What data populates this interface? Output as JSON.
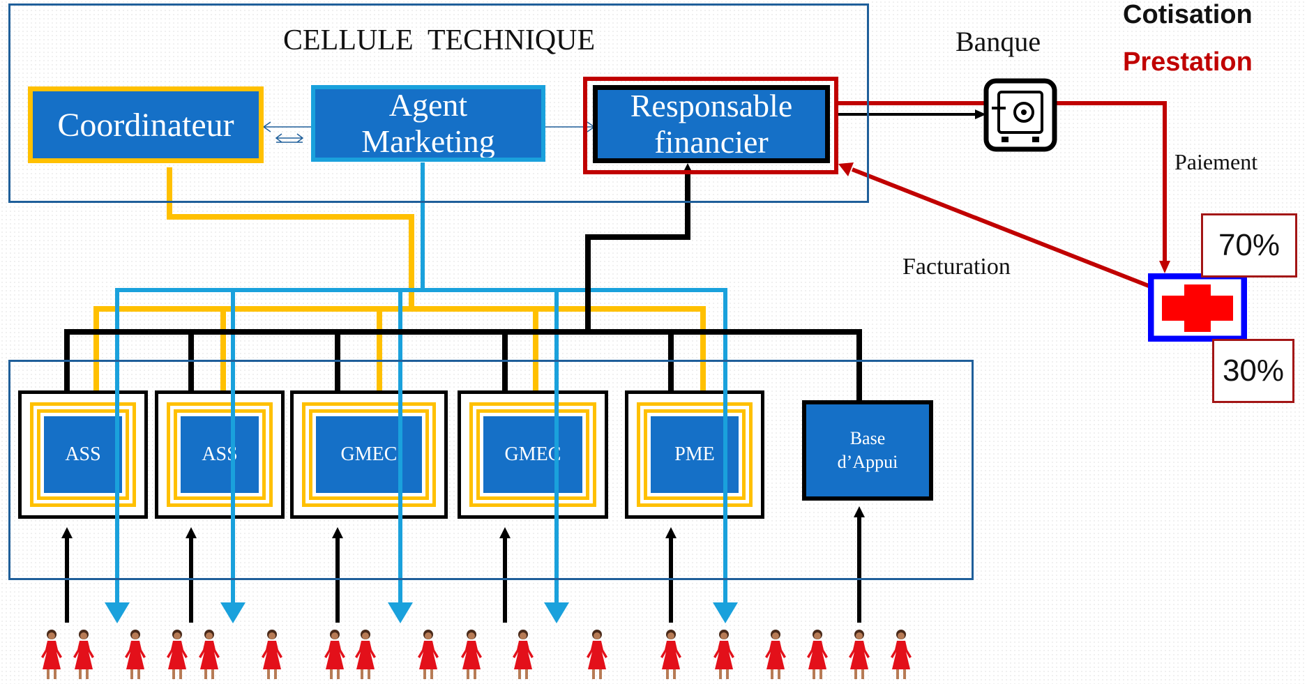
{
  "cellule_title": "CELLULE  TECHNIQUE",
  "coordinateur": "Coordinateur",
  "agent_marketing_1": "Agent",
  "agent_marketing_2": "Marketing",
  "responsable_1": "Responsable",
  "responsable_2": "financier",
  "banque": "Banque",
  "legend": {
    "cotisation": "Cotisation",
    "prestation": "Prestation"
  },
  "paiement": "Paiement",
  "facturation": "Facturation",
  "pct_70": "70%",
  "pct_30": "30%",
  "units": [
    "ASS",
    "ASS",
    "GMEC",
    "GMEC",
    "PME"
  ],
  "base_1": "Base",
  "base_2": "d’Appui",
  "colors": {
    "blue_box": "#1570c7",
    "yellow": "#ffc000",
    "cyan": "#1aa1dc",
    "red": "#c00000",
    "frame": "#1f5f9a"
  }
}
